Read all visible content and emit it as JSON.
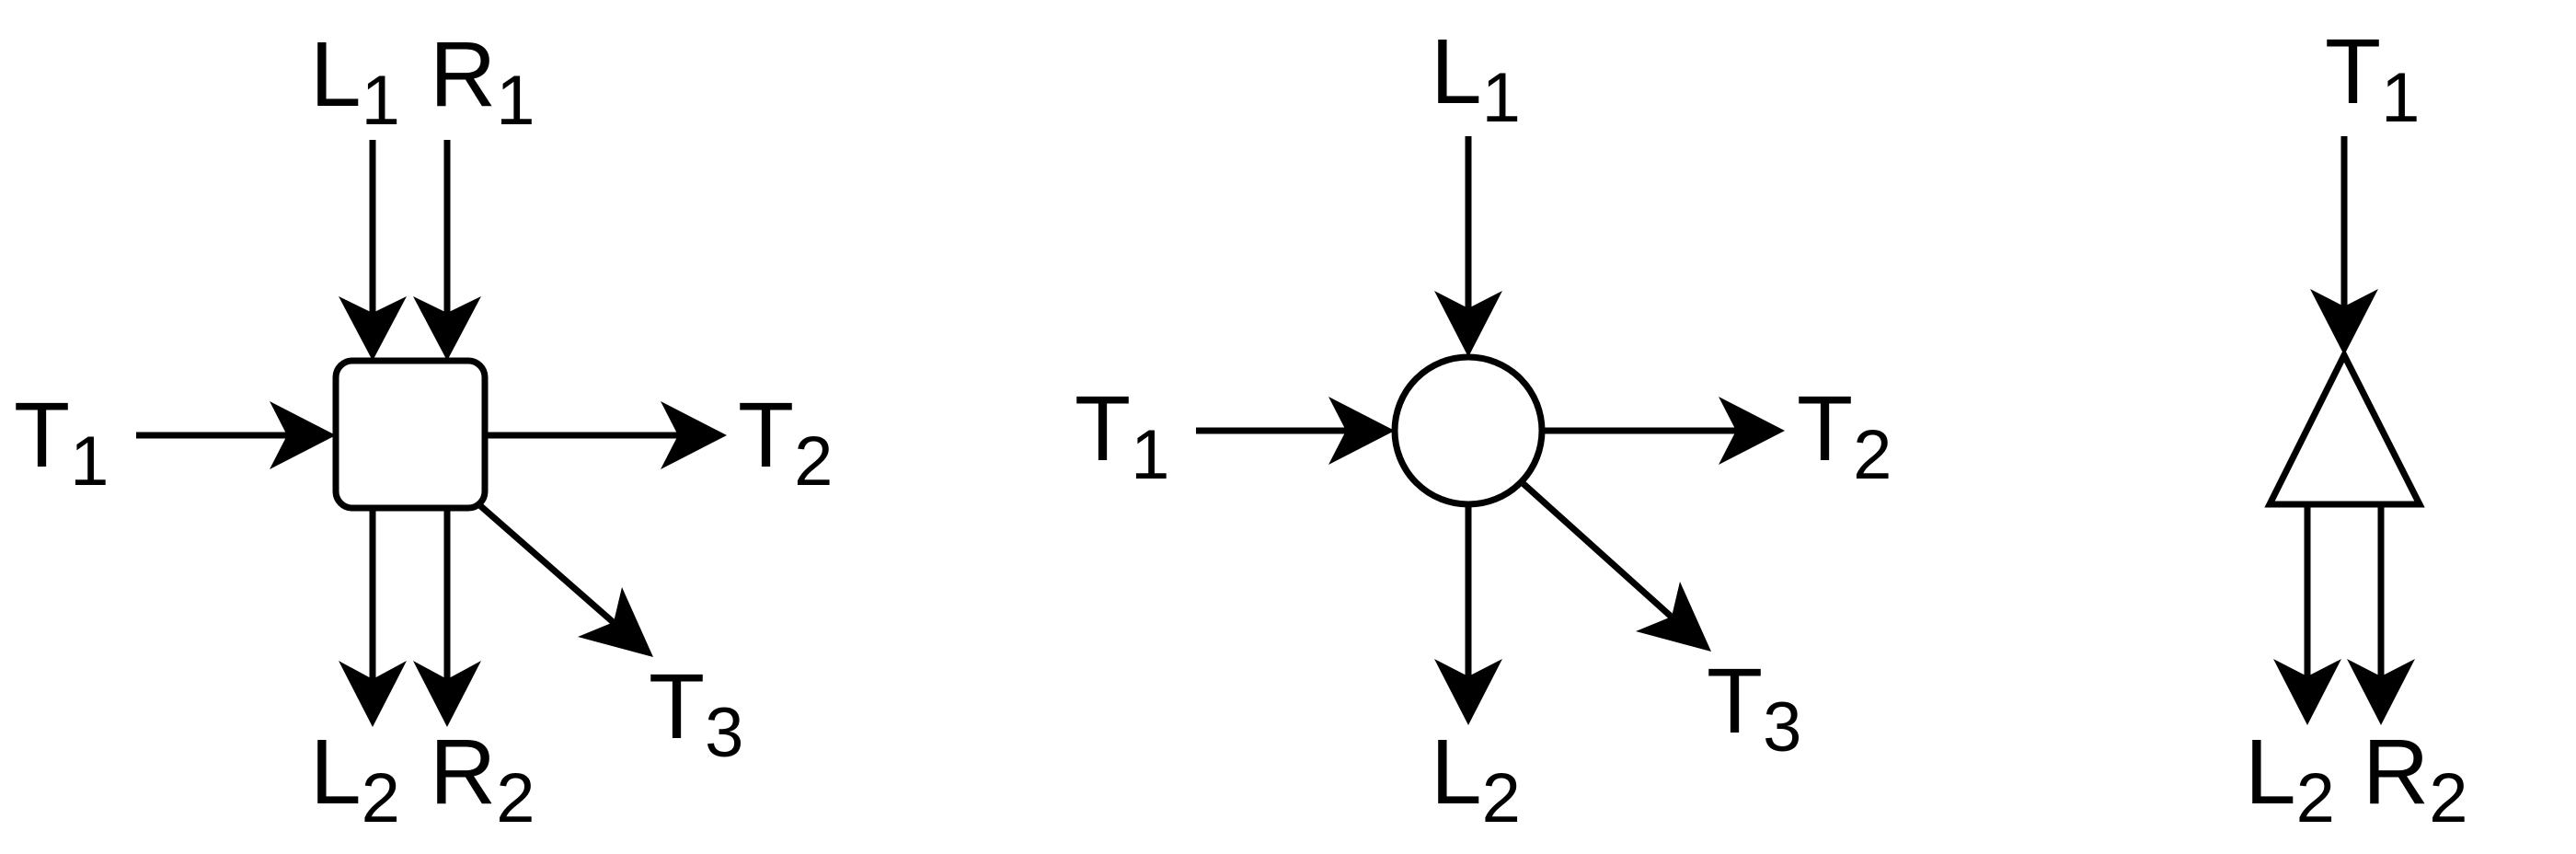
{
  "colors": {
    "stroke": "#000000",
    "background": "#ffffff"
  },
  "diagrams": [
    {
      "node_shape": "rounded-square",
      "inputs": [
        {
          "letter": "L",
          "index": "1"
        },
        {
          "letter": "R",
          "index": "1"
        },
        {
          "letter": "T",
          "index": "1"
        }
      ],
      "outputs": [
        {
          "letter": "T",
          "index": "2"
        },
        {
          "letter": "T",
          "index": "3"
        },
        {
          "letter": "L",
          "index": "2"
        },
        {
          "letter": "R",
          "index": "2"
        }
      ]
    },
    {
      "node_shape": "circle",
      "inputs": [
        {
          "letter": "L",
          "index": "1"
        },
        {
          "letter": "T",
          "index": "1"
        }
      ],
      "outputs": [
        {
          "letter": "T",
          "index": "2"
        },
        {
          "letter": "T",
          "index": "3"
        },
        {
          "letter": "L",
          "index": "2"
        }
      ]
    },
    {
      "node_shape": "triangle",
      "inputs": [
        {
          "letter": "T",
          "index": "1"
        }
      ],
      "outputs": [
        {
          "letter": "L",
          "index": "2"
        },
        {
          "letter": "R",
          "index": "2"
        }
      ]
    }
  ]
}
